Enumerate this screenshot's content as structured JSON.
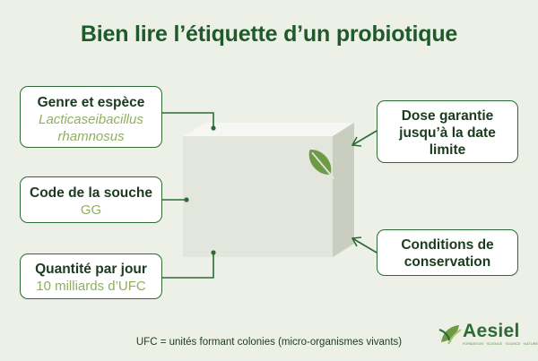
{
  "title": "Bien lire l’étiquette d’un probiotique",
  "left_labels": [
    {
      "label": "Genre et espèce",
      "value_lines": [
        "Lacticaseibacillus",
        "rhamnosus"
      ]
    },
    {
      "label": "Code de la souche",
      "value_lines": [
        "GG"
      ]
    },
    {
      "label": "Quantité par jour",
      "value_lines": [
        "10 milliards d’UFC"
      ]
    }
  ],
  "right_labels": [
    {
      "label_lines": [
        "Dose garantie",
        "jusqu’à la date",
        "limite"
      ]
    },
    {
      "label_lines": [
        "Conditions de",
        "conservation"
      ]
    }
  ],
  "footnote": "UFC = unités formant colonies (micro-organismes vivants)",
  "logo": {
    "name": "Aesiel",
    "tagline": "FORMATION · SCIENCE · SOURCE · NATURELLE"
  },
  "colors": {
    "title": "#1e5a2a",
    "border": "#2d6b36",
    "value_text": "#8fb05f",
    "background": "#edf0e6",
    "leaf": "#6e9a45"
  },
  "icons": [
    "leaf-icon",
    "logo-leaf-icon"
  ]
}
